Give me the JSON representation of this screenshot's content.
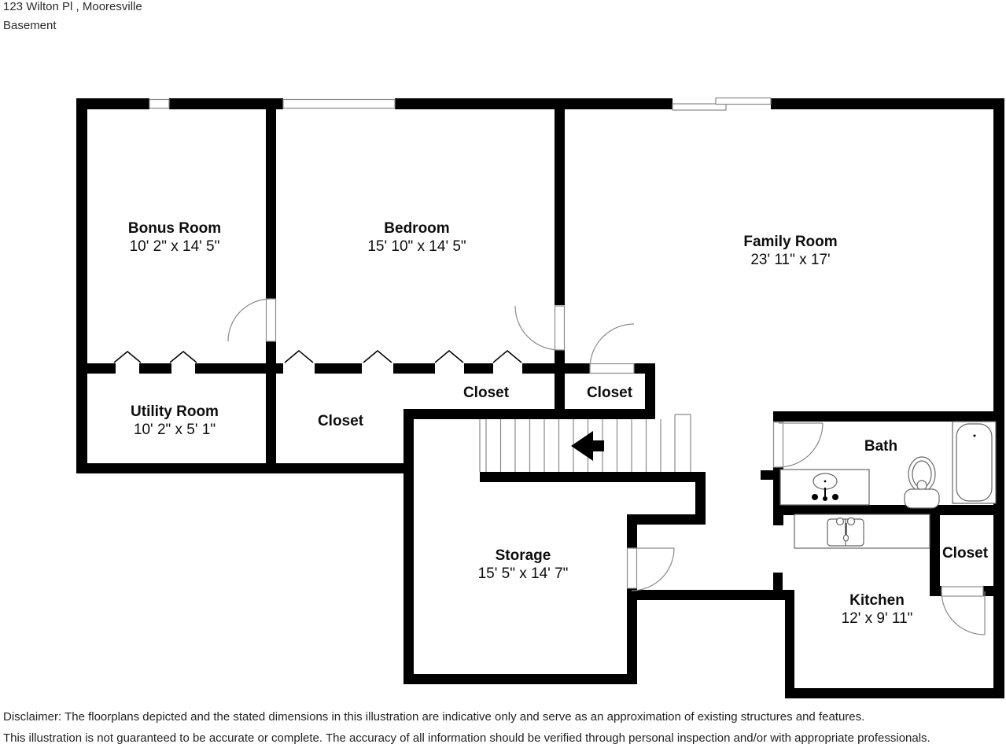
{
  "header": {
    "address": "123 Wilton Pl , Mooresville",
    "floor": "Basement"
  },
  "rooms": {
    "bonus": {
      "name": "Bonus Room",
      "dims": "10' 2\" x 14' 5\""
    },
    "bedroom": {
      "name": "Bedroom",
      "dims": "15' 10\" x 14' 5\""
    },
    "family": {
      "name": "Family Room",
      "dims": "23' 11\" x 17'"
    },
    "utility": {
      "name": "Utility Room",
      "dims": "10' 2\" x 5' 1\""
    },
    "storage": {
      "name": "Storage",
      "dims": "15' 5\" x 14' 7\""
    },
    "kitchen": {
      "name": "Kitchen",
      "dims": "12' x 9' 11\""
    },
    "bath": {
      "name": "Bath"
    },
    "closet": {
      "name": "Closet"
    }
  },
  "icons": {
    "stairs_arrow": "left-arrow"
  },
  "colors": {
    "wall": "#000000",
    "background": "#ffffff",
    "fixture_outline": "#777777",
    "text": "#0d0d0d"
  },
  "disclaimer": {
    "line1": "Disclaimer: The floorplans depicted and the stated dimensions in this illustration are indicative only and serve as an approximation of existing structures and features.",
    "line2": "This illustration is not guaranteed to be accurate or complete. The accuracy of all information should be verified through personal inspection and/or with appropriate professionals."
  }
}
